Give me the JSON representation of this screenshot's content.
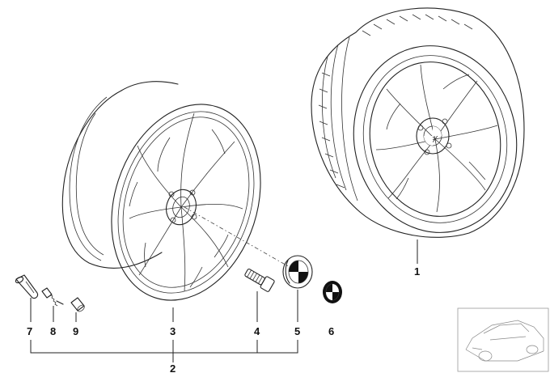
{
  "callouts": [
    {
      "id": "tire_wheel_assembly",
      "label": "1"
    },
    {
      "id": "wheel_set",
      "label": "2"
    },
    {
      "id": "alloy_rim",
      "label": "3"
    },
    {
      "id": "wheel_bolt",
      "label": "4"
    },
    {
      "id": "hub_cap",
      "label": "5"
    },
    {
      "id": "emblem",
      "label": "6"
    },
    {
      "id": "valve",
      "label": "7"
    },
    {
      "id": "valve_insert",
      "label": "8"
    },
    {
      "id": "valve_cap",
      "label": "9"
    }
  ]
}
